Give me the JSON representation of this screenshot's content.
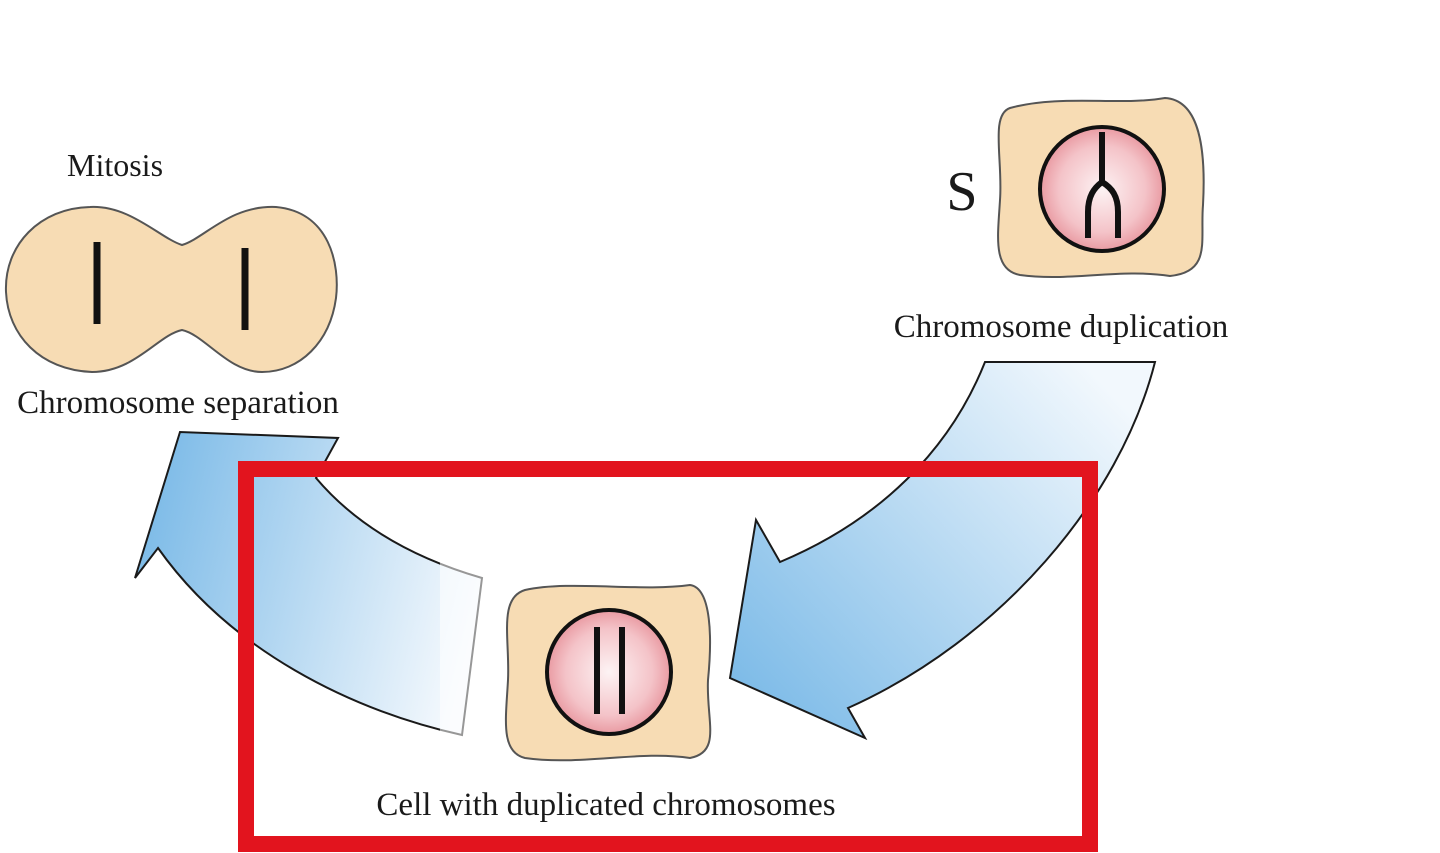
{
  "diagram": {
    "labels": {
      "mitosis": "Mitosis",
      "chromosome_separation": "Chromosome separation",
      "s_phase": "S",
      "chromosome_duplication": "Chromosome duplication",
      "cell_with_duplicated": "Cell with duplicated chromosomes"
    },
    "colors": {
      "cell_fill": "#f7dcb4",
      "cell_stroke": "#555555",
      "nucleus_fill": "#f3b8bd",
      "arrow_light": "#e9f3fb",
      "arrow_dark": "#8cc3ea",
      "highlight_box": "#e2141e",
      "chromosome": "#111111"
    }
  }
}
